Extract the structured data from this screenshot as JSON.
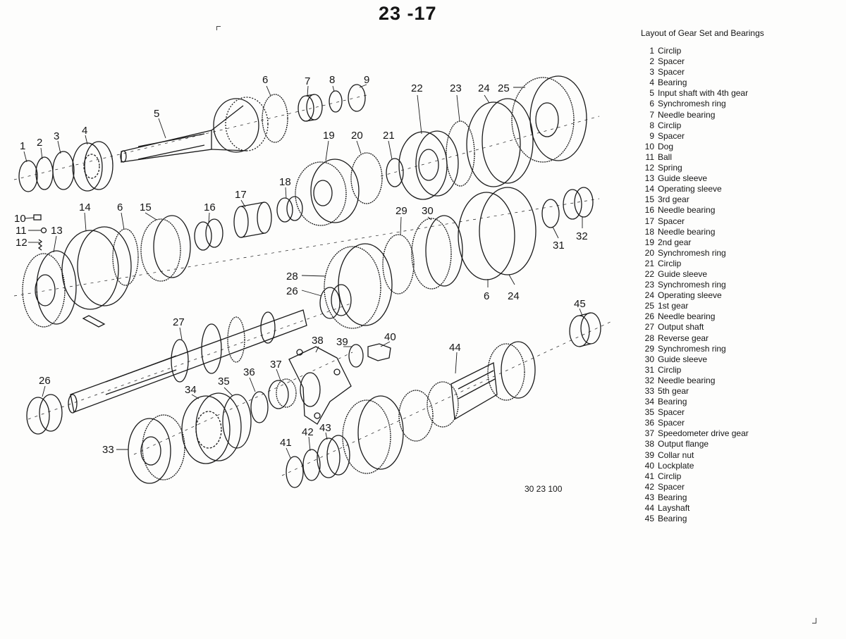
{
  "page_number": "23 -17",
  "figure_ref": "30 23 100",
  "legend_title": "Layout of Gear Set and Bearings",
  "legend": [
    {
      "num": "1",
      "text": "Circlip"
    },
    {
      "num": "2",
      "text": "Spacer"
    },
    {
      "num": "3",
      "text": "Spacer"
    },
    {
      "num": "4",
      "text": "Bearing"
    },
    {
      "num": "5",
      "text": "Input shaft with 4th gear"
    },
    {
      "num": "6",
      "text": "Synchromesh ring"
    },
    {
      "num": "7",
      "text": "Needle bearing"
    },
    {
      "num": "8",
      "text": "Circlip"
    },
    {
      "num": "9",
      "text": "Spacer"
    },
    {
      "num": "10",
      "text": "Dog"
    },
    {
      "num": "11",
      "text": "Ball"
    },
    {
      "num": "12",
      "text": "Spring"
    },
    {
      "num": "13",
      "text": "Guide sleeve"
    },
    {
      "num": "14",
      "text": "Operating sleeve"
    },
    {
      "num": "15",
      "text": "3rd gear"
    },
    {
      "num": "16",
      "text": "Needle bearing"
    },
    {
      "num": "17",
      "text": "Spacer"
    },
    {
      "num": "18",
      "text": "Needle bearing"
    },
    {
      "num": "19",
      "text": "2nd gear"
    },
    {
      "num": "20",
      "text": "Synchromesh ring"
    },
    {
      "num": "21",
      "text": "Circlip"
    },
    {
      "num": "22",
      "text": "Guide sleeve"
    },
    {
      "num": "23",
      "text": "Synchromesh ring"
    },
    {
      "num": "24",
      "text": "Operating sleeve"
    },
    {
      "num": "25",
      "text": "1st gear"
    },
    {
      "num": "26",
      "text": "Needle bearing"
    },
    {
      "num": "27",
      "text": "Output shaft"
    },
    {
      "num": "28",
      "text": "Reverse gear"
    },
    {
      "num": "29",
      "text": "Synchromesh ring"
    },
    {
      "num": "30",
      "text": "Guide sleeve"
    },
    {
      "num": "31",
      "text": "Circlip"
    },
    {
      "num": "32",
      "text": "Needle bearing"
    },
    {
      "num": "33",
      "text": "5th gear"
    },
    {
      "num": "34",
      "text": "Bearing"
    },
    {
      "num": "35",
      "text": "Spacer"
    },
    {
      "num": "36",
      "text": "Spacer"
    },
    {
      "num": "37",
      "text": "Speedometer drive gear"
    },
    {
      "num": "38",
      "text": "Output flange"
    },
    {
      "num": "39",
      "text": "Collar nut"
    },
    {
      "num": "40",
      "text": "Lockplate"
    },
    {
      "num": "41",
      "text": "Circlip"
    },
    {
      "num": "42",
      "text": "Spacer"
    },
    {
      "num": "43",
      "text": "Bearing"
    },
    {
      "num": "44",
      "text": "Layshaft"
    },
    {
      "num": "45",
      "text": "Bearing"
    }
  ],
  "callouts": [
    "1",
    "2",
    "3",
    "4",
    "5",
    "6",
    "7",
    "8",
    "9",
    "22",
    "23",
    "24",
    "25",
    "19",
    "20",
    "21",
    "18",
    "17",
    "10",
    "14",
    "6",
    "15",
    "16",
    "11",
    "13",
    "12",
    "29",
    "30",
    "31",
    "32",
    "28",
    "26",
    "6",
    "24",
    "27",
    "45",
    "38",
    "39",
    "40",
    "44",
    "26",
    "36",
    "37",
    "34",
    "35",
    "33",
    "41",
    "42",
    "43"
  ]
}
